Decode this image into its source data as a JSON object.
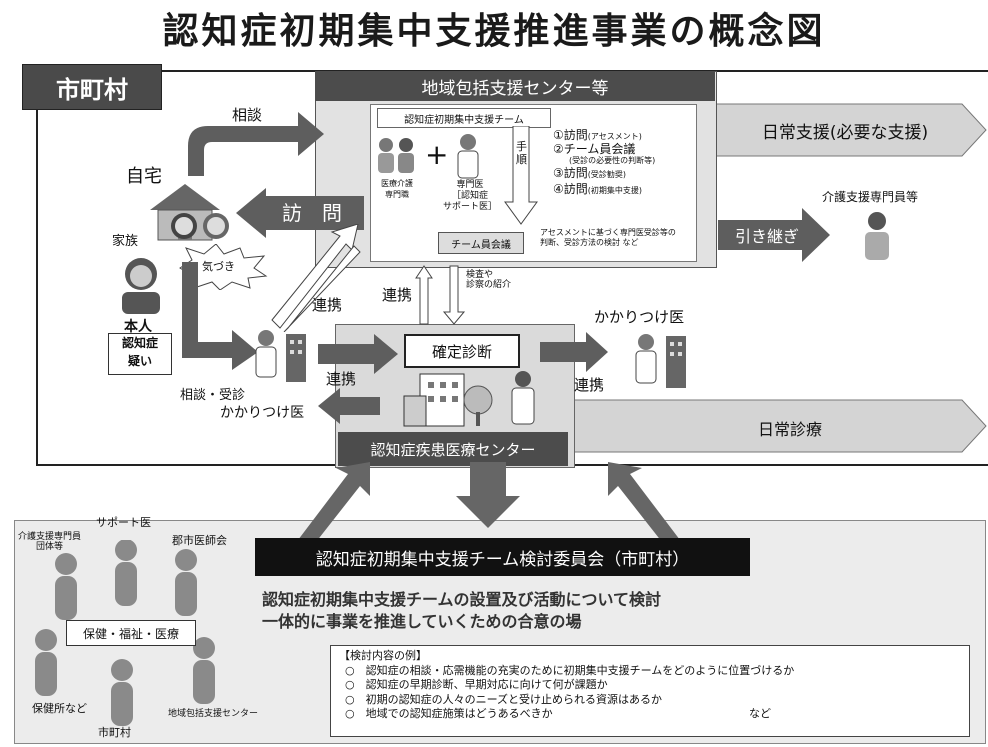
{
  "title": "認知症初期集中支援推進事業の概念図",
  "municipality": {
    "label": "市町村"
  },
  "center": {
    "header": "地域包括支援センター等",
    "team_title": "認知症初期集中支援チーム",
    "medical_care_staff": "医療介護\n専門職",
    "specialist": "専門医\n［認知症\nサポート医］",
    "procedure_label": "手\n順",
    "steps": [
      "①訪問",
      "(アセスメント)",
      "②チーム員会議",
      "(受診の必要性の判断等)",
      "③訪問",
      "(受診勧奨)",
      "④訪問",
      "(初期集中支援)"
    ],
    "team_meeting": "チーム員会議",
    "meeting_note": "アセスメントに基づく専門医受診等の\n判断、受診方法の検討 など"
  },
  "home": {
    "label": "自宅",
    "family": "家族",
    "notice": "気づき",
    "person": "本人",
    "suspected": "認知症\n疑い"
  },
  "arrows": {
    "consult": "相談",
    "visit": "訪　問",
    "cooperation1": "連携",
    "cooperation2": "連携",
    "cooperation3": "連携",
    "cooperation4": "連携",
    "exam_referral": "検査や\n診察の紹介",
    "consult_visit": "相談・受診",
    "handover": "引き継ぎ"
  },
  "gp_left": "かかりつけ医",
  "gp_right": "かかりつけ医",
  "diagnosis": "確定診断",
  "medical_center": "認知症疾患医療センター",
  "daily_support": "日常支援(必要な支援)",
  "care_manager": "介護支援専門員等",
  "daily_care": "日常診療",
  "committee": {
    "bar": "認知症初期集中支援チーム検討委員会（市町村）",
    "desc1": "認知症初期集中支援チームの設置及び活動について検討",
    "desc2": "一体的に事業を推進していくための合意の場",
    "members": {
      "care_manager": "介護支援専門員\n団体等",
      "support_doctor": "サポート医",
      "medical_assoc": "郡市医師会",
      "health_welfare": "保健・福祉・医療",
      "health_center": "保健所など",
      "city": "市町村",
      "comm_center": "地域包括支援センター"
    },
    "examples_title": "【検討内容の例】",
    "examples": [
      "○　認知症の相談・応需機能の充実のために初期集中支援チームをどのように位置づけるか",
      "○　認知症の早期診断、早期対応に向けて何が課題か",
      "○　初期の認知症の人々のニーズと受け止められる資源はあるか",
      "○　地域での認知症施策はどうあるべきか"
    ],
    "etc": "など"
  }
}
